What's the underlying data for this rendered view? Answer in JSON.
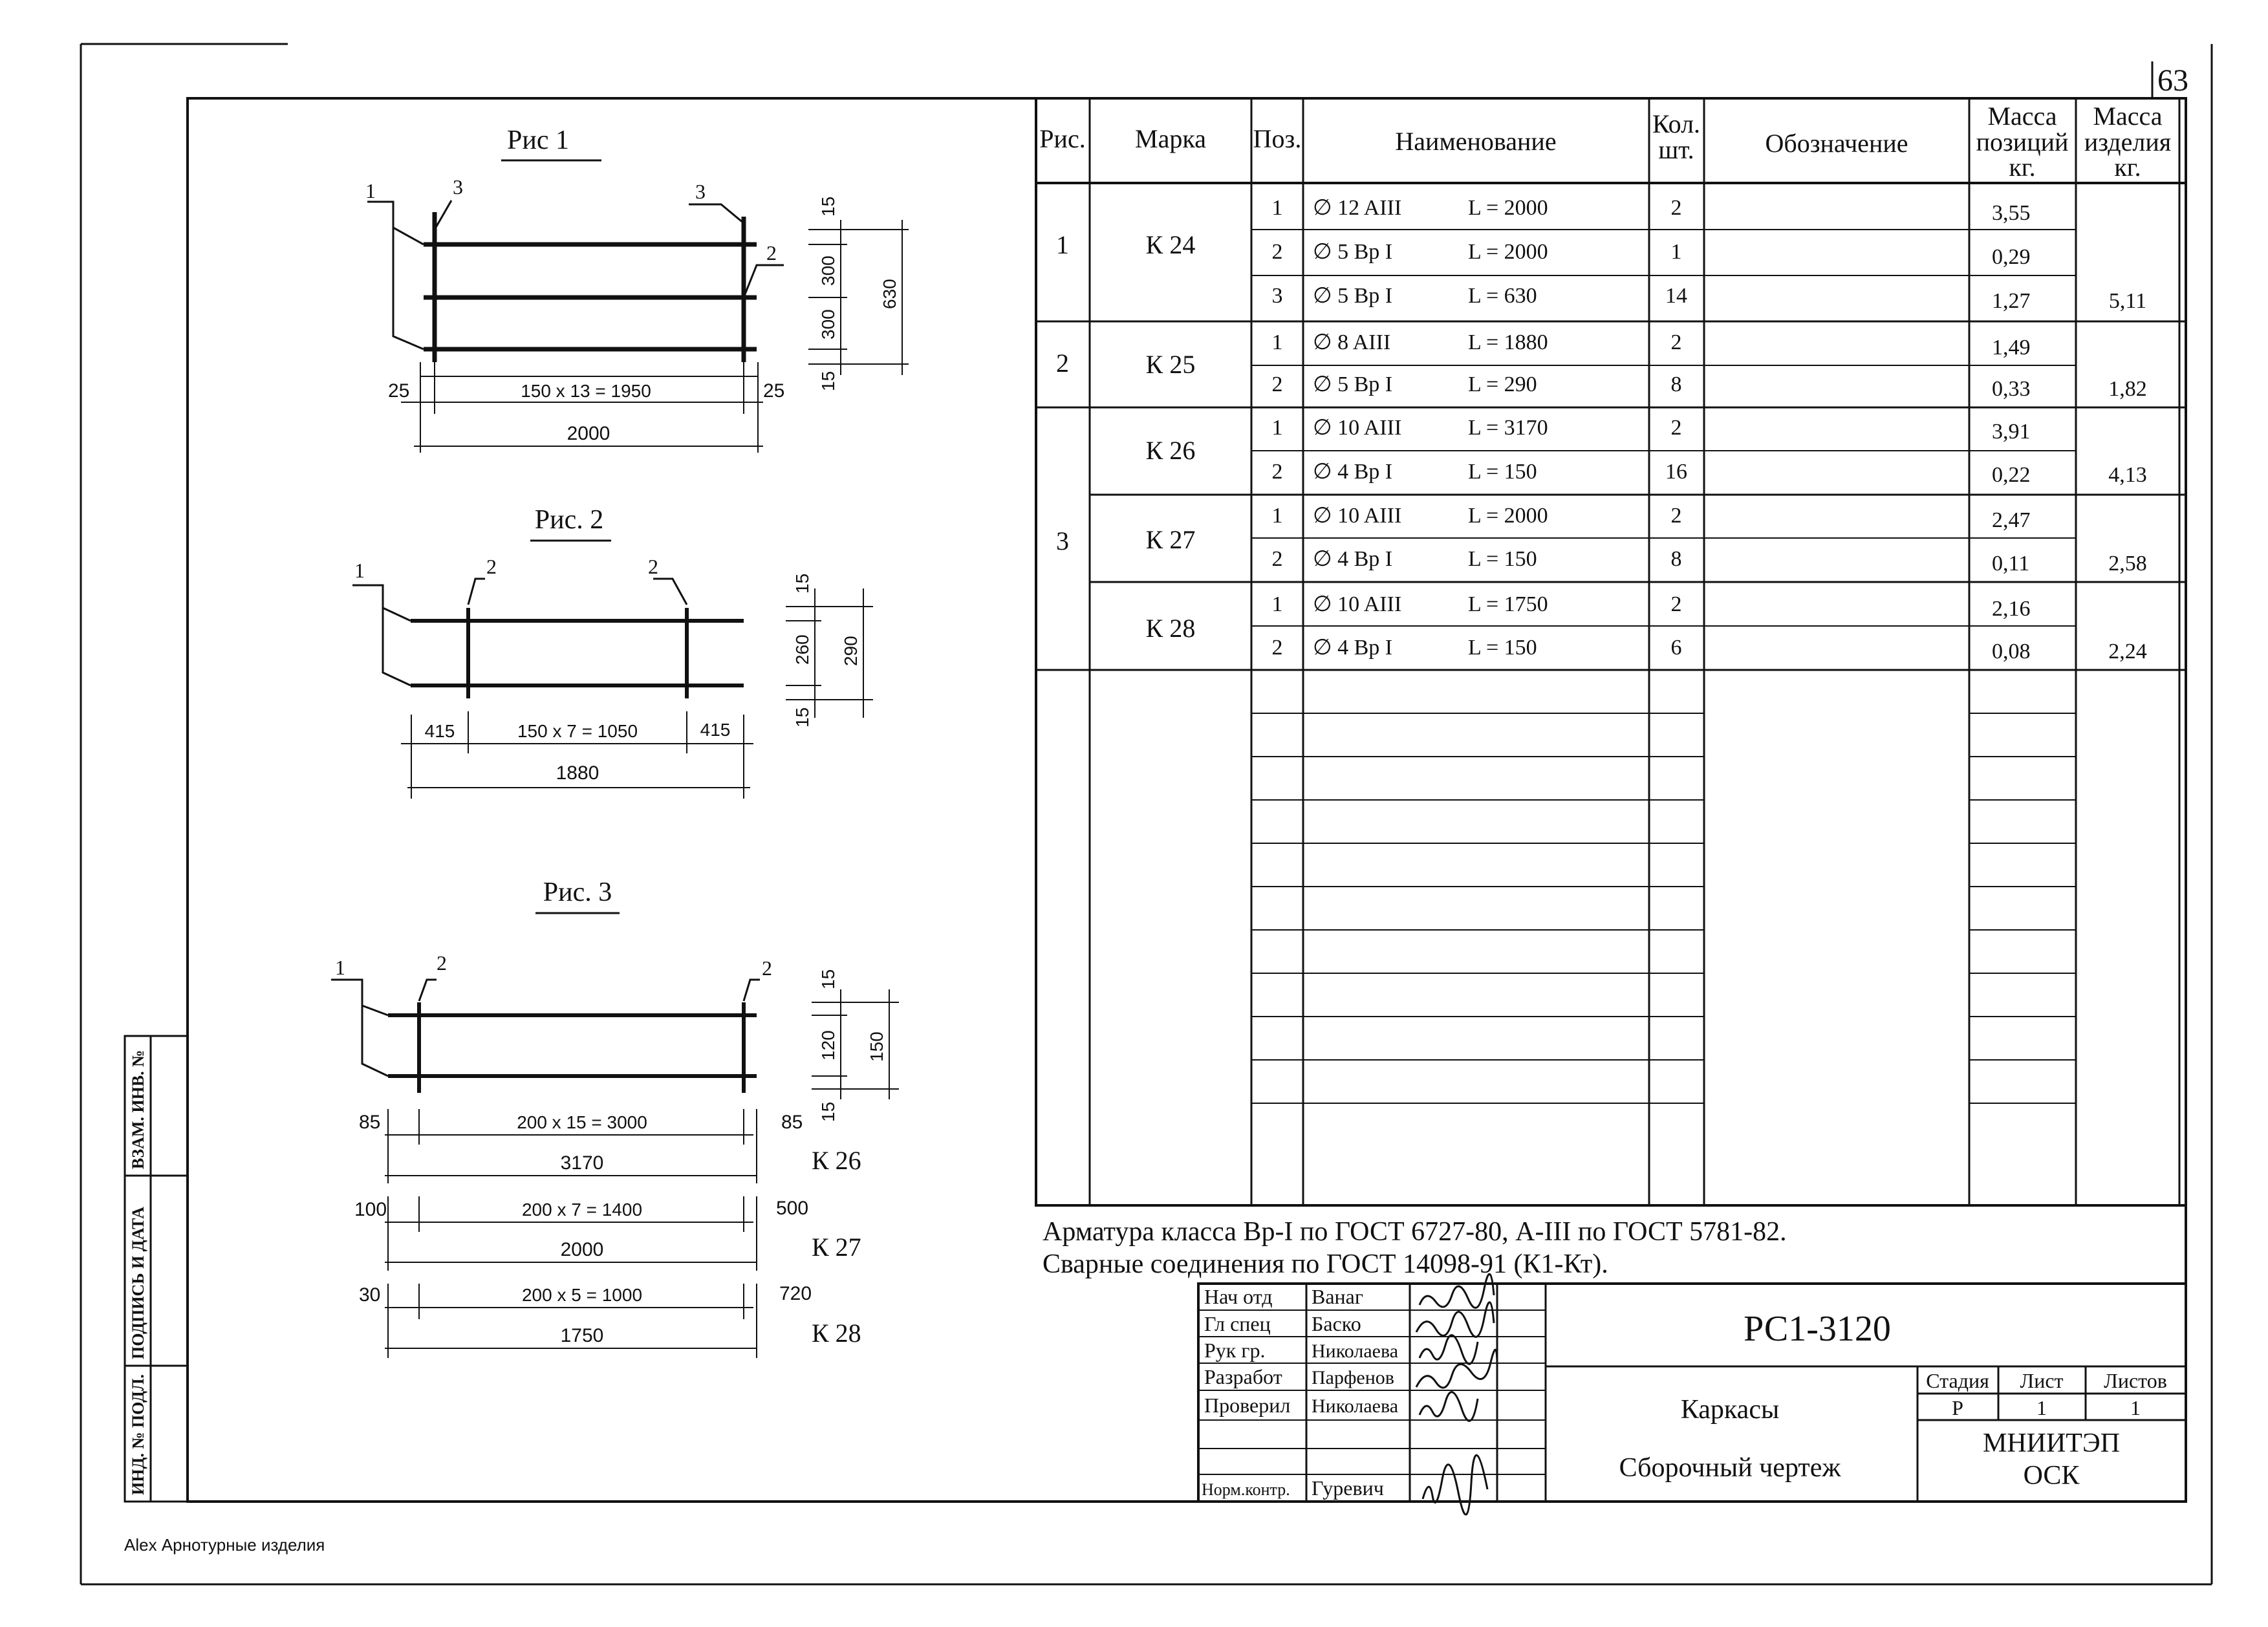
{
  "sheet_number": "63",
  "footer_note": "Alex Арнотурные изделия",
  "side_stamp": [
    "ВЗАМ. ИНВ. №",
    "ПОДПИСЬ И ДАТА",
    "ИНД. № ПОДЛ."
  ],
  "figures": {
    "fig1": {
      "title": "Рис  1",
      "pos": [
        "1",
        "3",
        "3",
        "2"
      ],
      "dims": [
        "25",
        "150 x 13 = 1950",
        "25",
        "2000",
        "15",
        "300",
        "300",
        "15",
        "630"
      ]
    },
    "fig2": {
      "title": "Рис. 2",
      "pos": [
        "1",
        "2",
        "2"
      ],
      "dims": [
        "415",
        "150 x 7 = 1050",
        "415",
        "1880",
        "15",
        "260",
        "15",
        "290"
      ]
    },
    "fig3": {
      "title": "Рис. 3",
      "pos": [
        "1",
        "2",
        "2"
      ],
      "dims_vert": [
        "15",
        "120",
        "15",
        "150"
      ],
      "rows": [
        {
          "left": "85",
          "mid": "200 x 15 = 3000",
          "right": "85",
          "total": "3170",
          "mark": "К 26"
        },
        {
          "left": "100",
          "mid": "200 x 7 = 1400",
          "right": "500",
          "total": "2000",
          "mark": "К 27"
        },
        {
          "left": "30",
          "mid": "200 x 5 = 1000",
          "right": "720",
          "total": "1750",
          "mark": "К 28"
        }
      ]
    }
  },
  "spec": {
    "headers": {
      "fig": "Рис.",
      "mark": "Марка",
      "pos": "Поз.",
      "name": "Наименование",
      "qty": [
        "Кол.",
        "шт."
      ],
      "designation": "Обозначение",
      "mass_pos": [
        "Масса",
        "позиций",
        "кг."
      ],
      "mass_item": [
        "Масса",
        "изделия",
        "кг."
      ]
    },
    "rows": [
      {
        "pos": "1",
        "name": "∅ 12 AIII",
        "len": "L = 2000",
        "qty": "2",
        "mass": "3,55"
      },
      {
        "pos": "2",
        "name": "∅ 5 Вр I",
        "len": "L = 2000",
        "qty": "1",
        "mass": "0,29"
      },
      {
        "pos": "3",
        "name": "∅ 5 Вр I",
        "len": "L = 630",
        "qty": "14",
        "mass": "1,27"
      },
      {
        "pos": "1",
        "name": "∅ 8 AIII",
        "len": "L = 1880",
        "qty": "2",
        "mass": "1,49"
      },
      {
        "pos": "2",
        "name": "∅ 5 Вр I",
        "len": "L = 290",
        "qty": "8",
        "mass": "0,33"
      },
      {
        "pos": "1",
        "name": "∅ 10 AIII",
        "len": "L = 3170",
        "qty": "2",
        "mass": "3,91"
      },
      {
        "pos": "2",
        "name": "∅ 4 Вр I",
        "len": "L = 150",
        "qty": "16",
        "mass": "0,22"
      },
      {
        "pos": "1",
        "name": "∅ 10 AIII",
        "len": "L = 2000",
        "qty": "2",
        "mass": "2,47"
      },
      {
        "pos": "2",
        "name": "∅ 4 Вр I",
        "len": "L = 150",
        "qty": "8",
        "mass": "0,11"
      },
      {
        "pos": "1",
        "name": "∅ 10 AIII",
        "len": "L = 1750",
        "qty": "2",
        "mass": "2,16"
      },
      {
        "pos": "2",
        "name": "∅ 4 Вр I",
        "len": "L = 150",
        "qty": "6",
        "mass": "0,08"
      }
    ],
    "groups": [
      {
        "fig": "1",
        "mark": "К 24",
        "item_mass": "5,11"
      },
      {
        "fig": "2",
        "mark": "К 25",
        "item_mass": "1,82"
      },
      {
        "fig": "3",
        "mark": "К 26",
        "item_mass": "4,13"
      },
      {
        "fig": "",
        "mark": "К 27",
        "item_mass": "2,58"
      },
      {
        "fig": "",
        "mark": "К 28",
        "item_mass": "2,24"
      }
    ]
  },
  "notes": [
    "Арматура  класса Вр-I по ГОСТ 6727-80, А-III по ГОСТ 5781-82.",
    "Сварные соединения по ГОСТ 14098-91 (К1-Кт)."
  ],
  "title_block": {
    "people": [
      {
        "role": "Нач  отд",
        "name": "Ванаг"
      },
      {
        "role": "Гл  спец",
        "name": "Баско"
      },
      {
        "role": "Рук  гр.",
        "name": "Николаева"
      },
      {
        "role": "Разработ",
        "name": "Парфенов"
      },
      {
        "role": "Проверил",
        "name": "Николаева"
      },
      {
        "role": "Норм.контр.",
        "name": "Гуревич"
      }
    ],
    "code": "РС1-3120",
    "title": "Каркасы",
    "subtitle": "Сборочный   чертеж",
    "stage_label": "Стадия",
    "sheet_label": "Лист",
    "sheets_label": "Листов",
    "stage": "Р",
    "sheet": "1",
    "sheets": "1",
    "org": [
      "МНИИТЭП",
      "ОСК"
    ]
  }
}
